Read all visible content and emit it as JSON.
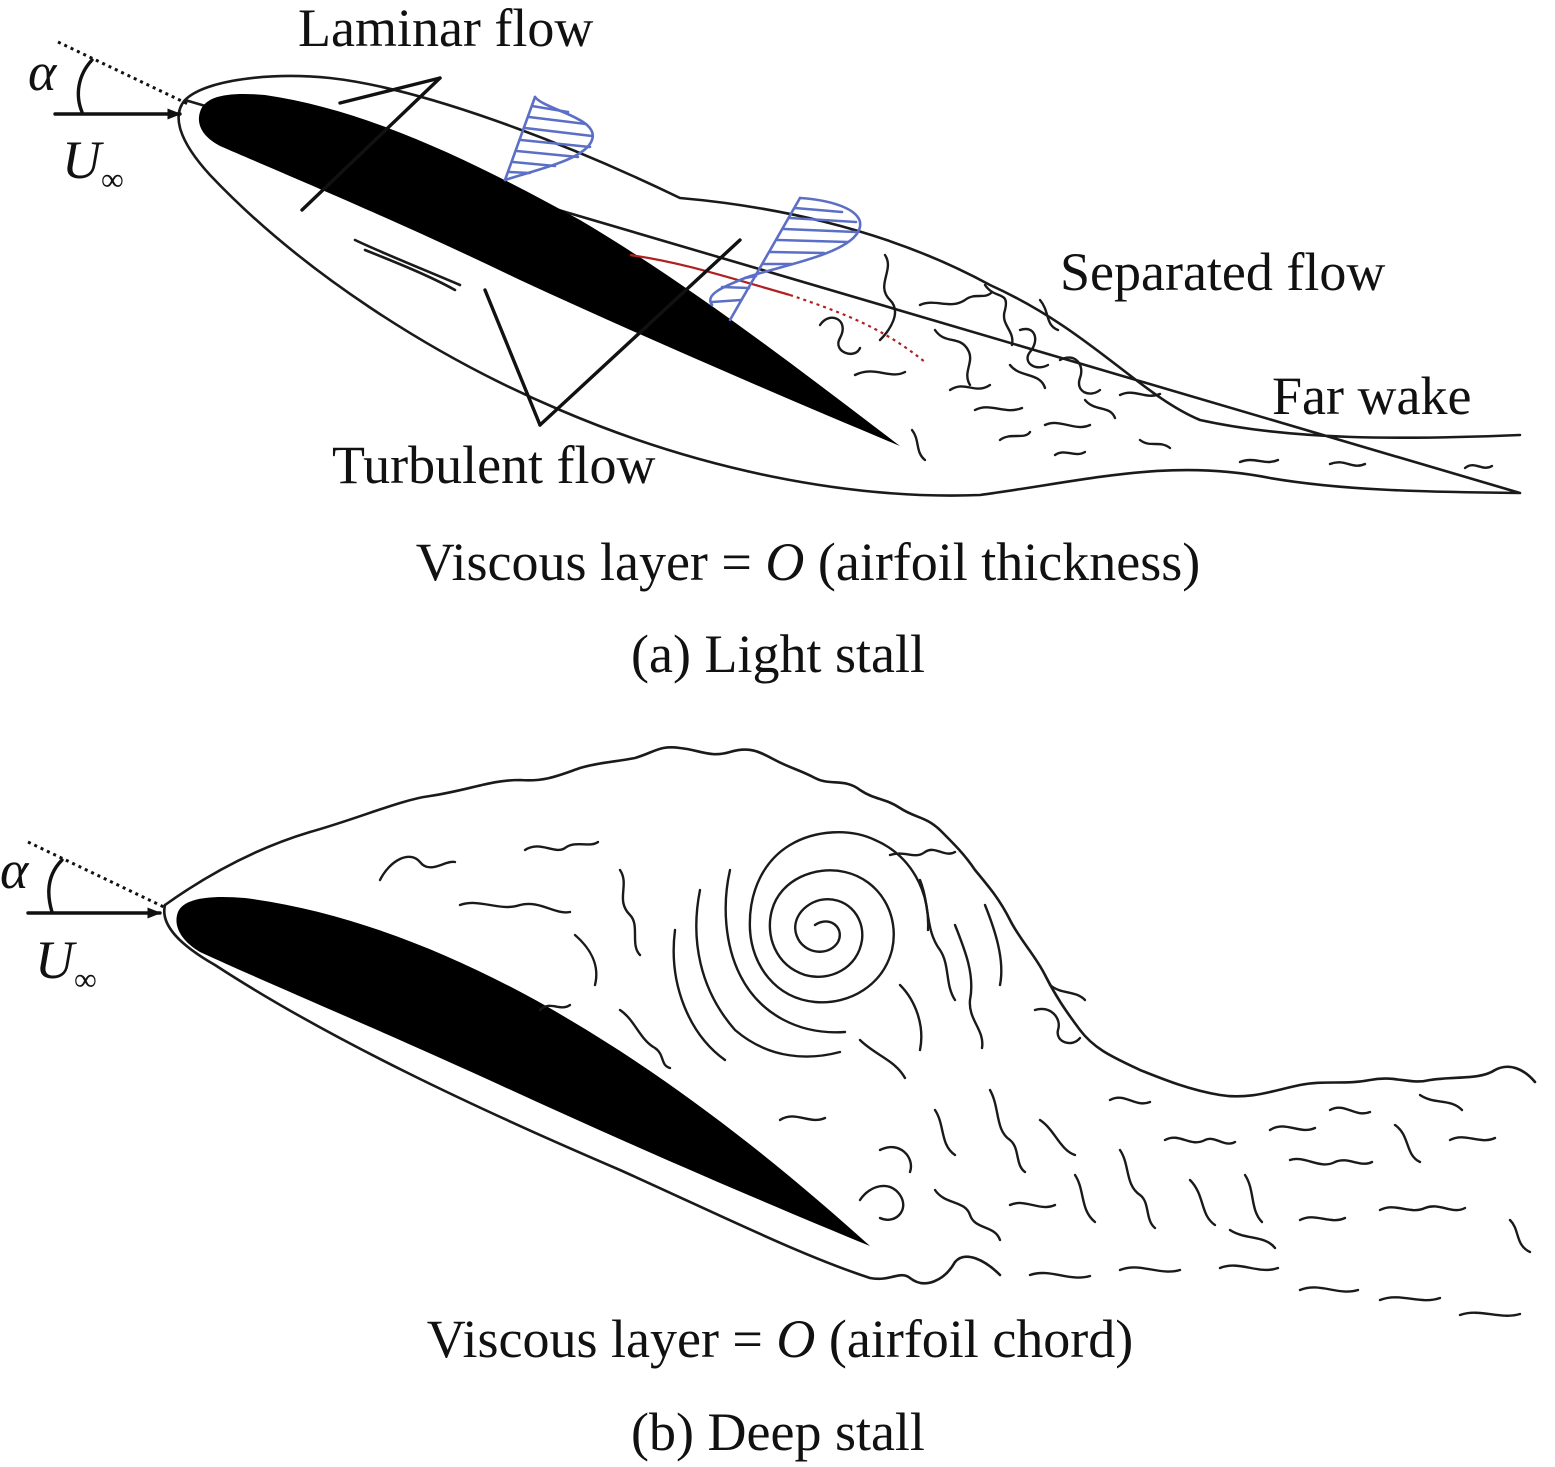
{
  "colors": {
    "ink": "#111111",
    "airfoil": "#000000",
    "velocity_profile": "#5c6fc6",
    "shear_layer": "#b02020"
  },
  "panel_a": {
    "alpha": "α",
    "u_base": "U",
    "u_sub": "∞",
    "laminar_label": "Laminar flow",
    "turbulent_label": "Turbulent flow",
    "separated_label": "Separated flow",
    "far_wake_label": "Far wake",
    "viscous_pre": "Viscous layer = ",
    "viscous_o": "O",
    "viscous_post": " (airfoil thickness)",
    "caption": "(a) Light stall"
  },
  "panel_b": {
    "alpha": "α",
    "u_base": "U",
    "u_sub": "∞",
    "viscous_pre": "Viscous layer = ",
    "viscous_o": "O",
    "viscous_post": " (airfoil chord)",
    "caption": "(b) Deep stall"
  }
}
